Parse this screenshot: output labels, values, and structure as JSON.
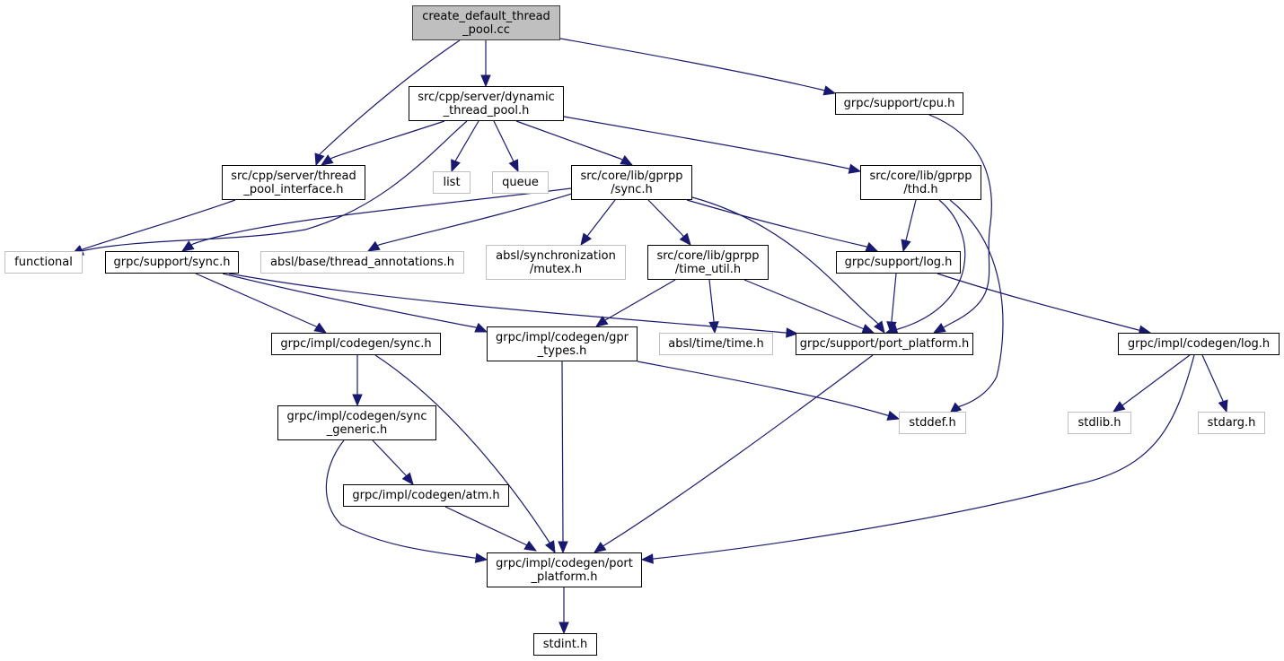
{
  "graph": {
    "title": "create_default_thread_pool.cc include dependency graph",
    "edge_color": "#191970",
    "root_fill": "#bfbfbf",
    "external_border": "#bfbfbf",
    "nodes": [
      {
        "id": "root",
        "label": "create_default_thread\n_pool.cc",
        "kind": "root"
      },
      {
        "id": "dtp",
        "label": "src/cpp/server/dynamic\n_thread_pool.h",
        "kind": "documented"
      },
      {
        "id": "cpu",
        "label": "grpc/support/cpu.h",
        "kind": "documented"
      },
      {
        "id": "tpi",
        "label": "src/cpp/server/thread\n_pool_interface.h",
        "kind": "documented"
      },
      {
        "id": "list",
        "label": "list",
        "kind": "external"
      },
      {
        "id": "queue",
        "label": "queue",
        "kind": "external"
      },
      {
        "id": "gsync",
        "label": "src/core/lib/gprpp\n/sync.h",
        "kind": "documented"
      },
      {
        "id": "thd",
        "label": "src/core/lib/gprpp\n/thd.h",
        "kind": "documented"
      },
      {
        "id": "functional",
        "label": "functional",
        "kind": "external"
      },
      {
        "id": "ssync",
        "label": "grpc/support/sync.h",
        "kind": "documented"
      },
      {
        "id": "annot",
        "label": "absl/base/thread_annotations.h",
        "kind": "external"
      },
      {
        "id": "mutex",
        "label": "absl/synchronization\n/mutex.h",
        "kind": "external"
      },
      {
        "id": "tutil",
        "label": "src/core/lib/gprpp\n/time_util.h",
        "kind": "documented"
      },
      {
        "id": "slog",
        "label": "grpc/support/log.h",
        "kind": "documented"
      },
      {
        "id": "csync",
        "label": "grpc/impl/codegen/sync.h",
        "kind": "documented"
      },
      {
        "id": "gprtypes",
        "label": "grpc/impl/codegen/gpr\n_types.h",
        "kind": "documented"
      },
      {
        "id": "abtime",
        "label": "absl/time/time.h",
        "kind": "external"
      },
      {
        "id": "spp",
        "label": "grpc/support/port_platform.h",
        "kind": "documented"
      },
      {
        "id": "clog",
        "label": "grpc/impl/codegen/log.h",
        "kind": "documented"
      },
      {
        "id": "csyncg",
        "label": "grpc/impl/codegen/sync\n_generic.h",
        "kind": "documented"
      },
      {
        "id": "stddef",
        "label": "stddef.h",
        "kind": "external"
      },
      {
        "id": "stdlib",
        "label": "stdlib.h",
        "kind": "external"
      },
      {
        "id": "stdarg",
        "label": "stdarg.h",
        "kind": "external"
      },
      {
        "id": "atm",
        "label": "grpc/impl/codegen/atm.h",
        "kind": "documented"
      },
      {
        "id": "cpp",
        "label": "grpc/impl/codegen/port\n_platform.h",
        "kind": "documented"
      },
      {
        "id": "stdint",
        "label": "stdint.h",
        "kind": "documented"
      }
    ],
    "edges": [
      {
        "from": "root",
        "to": "dtp"
      },
      {
        "from": "root",
        "to": "tpi"
      },
      {
        "from": "root",
        "to": "cpu"
      },
      {
        "from": "dtp",
        "to": "tpi"
      },
      {
        "from": "dtp",
        "to": "functional"
      },
      {
        "from": "dtp",
        "to": "list"
      },
      {
        "from": "dtp",
        "to": "queue"
      },
      {
        "from": "dtp",
        "to": "gsync"
      },
      {
        "from": "dtp",
        "to": "thd"
      },
      {
        "from": "cpu",
        "to": "spp"
      },
      {
        "from": "tpi",
        "to": "functional"
      },
      {
        "from": "gsync",
        "to": "ssync"
      },
      {
        "from": "gsync",
        "to": "annot"
      },
      {
        "from": "gsync",
        "to": "mutex"
      },
      {
        "from": "gsync",
        "to": "tutil"
      },
      {
        "from": "gsync",
        "to": "slog"
      },
      {
        "from": "gsync",
        "to": "spp"
      },
      {
        "from": "thd",
        "to": "slog"
      },
      {
        "from": "thd",
        "to": "spp"
      },
      {
        "from": "thd",
        "to": "stddef"
      },
      {
        "from": "ssync",
        "to": "csync"
      },
      {
        "from": "ssync",
        "to": "gprtypes"
      },
      {
        "from": "ssync",
        "to": "spp"
      },
      {
        "from": "tutil",
        "to": "gprtypes"
      },
      {
        "from": "tutil",
        "to": "abtime"
      },
      {
        "from": "tutil",
        "to": "spp"
      },
      {
        "from": "slog",
        "to": "spp"
      },
      {
        "from": "slog",
        "to": "clog"
      },
      {
        "from": "csync",
        "to": "csyncg"
      },
      {
        "from": "csync",
        "to": "cpp"
      },
      {
        "from": "gprtypes",
        "to": "stddef"
      },
      {
        "from": "gprtypes",
        "to": "cpp"
      },
      {
        "from": "spp",
        "to": "cpp"
      },
      {
        "from": "clog",
        "to": "stdlib"
      },
      {
        "from": "clog",
        "to": "stdarg"
      },
      {
        "from": "clog",
        "to": "cpp"
      },
      {
        "from": "csyncg",
        "to": "atm"
      },
      {
        "from": "csyncg",
        "to": "cpp"
      },
      {
        "from": "atm",
        "to": "cpp"
      },
      {
        "from": "cpp",
        "to": "stdint"
      }
    ]
  }
}
